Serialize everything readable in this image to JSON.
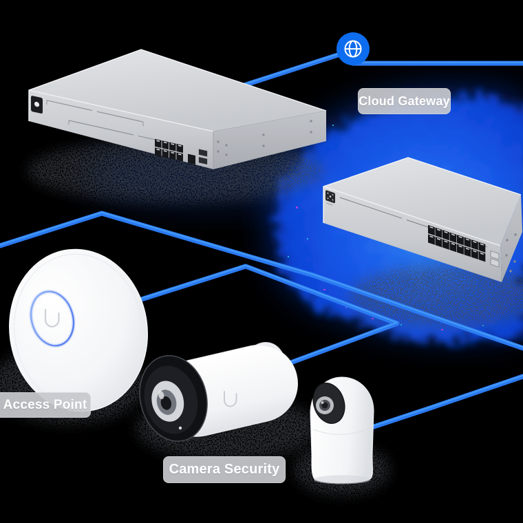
{
  "theme": {
    "background": "#000000",
    "accent-blue": "#2b7af2",
    "line-highlight": "#58b2f7",
    "glow-blue": "#1c60f0",
    "globe-blue": "#0e6dee",
    "badge-bg": "rgba(198,200,204,0.93)",
    "badge-text": "#ffffff"
  },
  "labels": [
    {
      "id": "cloud-gateway",
      "text": "Cloud Gateway"
    },
    {
      "id": "access-point",
      "text": "Access Point"
    },
    {
      "id": "camera-security",
      "text": "Camera Security"
    }
  ],
  "icons": [
    {
      "name": "globe-icon",
      "depicts": "internet globe"
    }
  ]
}
